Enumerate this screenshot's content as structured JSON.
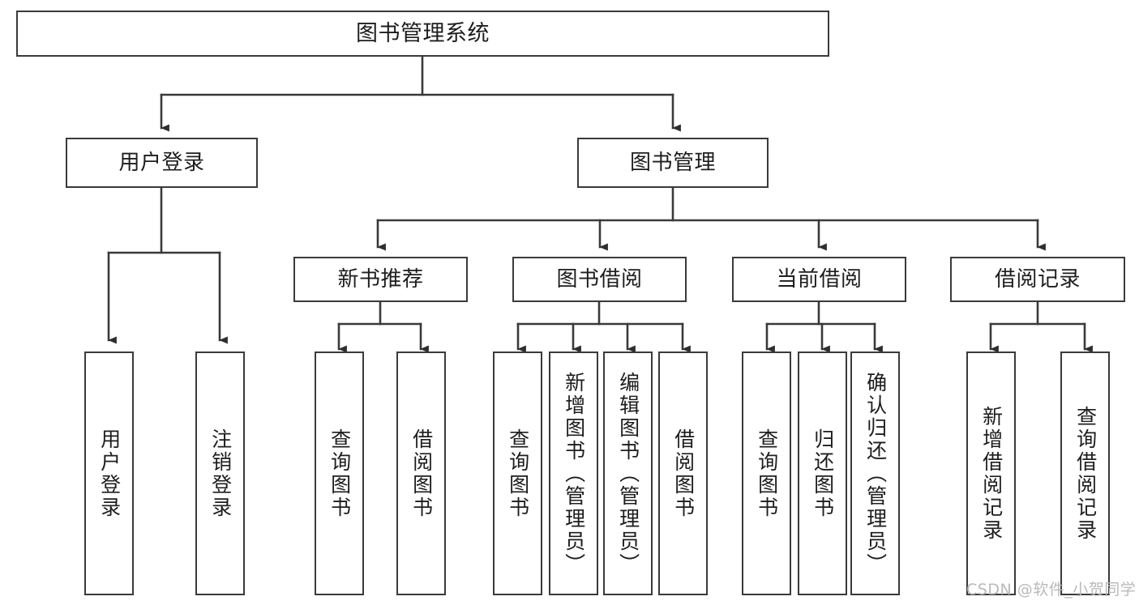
{
  "diagram": {
    "type": "hierarchy-tree",
    "title": "图书管理系统",
    "orientation": "top-down",
    "line_color": "#3a3a3a",
    "box_fill": "#ffffff",
    "text_color": "#1d1d1d"
  },
  "nodes": {
    "root": {
      "label": "图书管理系统"
    },
    "level2": [
      {
        "label": "用户登录"
      },
      {
        "label": "图书管理"
      }
    ],
    "level3": [
      {
        "label": "新书推荐"
      },
      {
        "label": "图书借阅"
      },
      {
        "label": "当前借阅"
      },
      {
        "label": "借阅记录"
      }
    ],
    "leaves_user_login": [
      {
        "label": "用户登录"
      },
      {
        "label": "注销登录"
      }
    ],
    "leaves_new_book": [
      {
        "label": "查询图书"
      },
      {
        "label": "借阅图书"
      }
    ],
    "leaves_borrow": [
      {
        "label": "查询图书"
      },
      {
        "label": "新增图书（管理员）"
      },
      {
        "label": "编辑图书（管理员）"
      },
      {
        "label": "借阅图书"
      }
    ],
    "leaves_current": [
      {
        "label": "查询图书"
      },
      {
        "label": "归还图书"
      },
      {
        "label": "确认归还（管理员）"
      }
    ],
    "leaves_record": [
      {
        "label": "新增借阅记录"
      },
      {
        "label": "查询借阅记录"
      }
    ]
  },
  "watermark": {
    "text": "CSDN @软件_小贺同学",
    "color": "#b9b9b9"
  }
}
